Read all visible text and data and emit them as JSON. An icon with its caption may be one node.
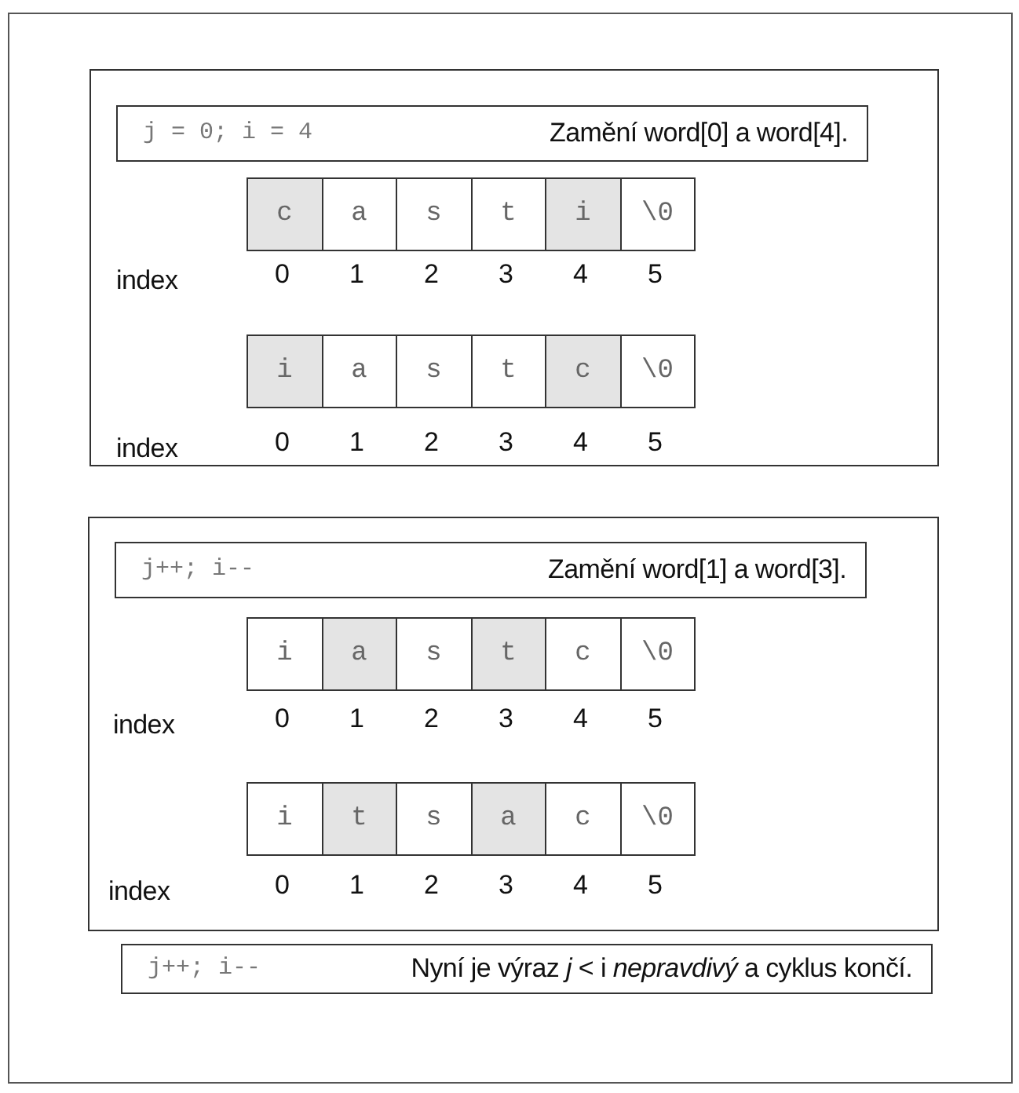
{
  "diagram": {
    "nodes": [
      {
        "text": [],
        "shape": "box"
      },
      {
        "text": [
          "j = 0; i = 4",
          "Zamění word[0] a word[4]."
        ],
        "in": 0
      },
      {
        "text": [
          "c"
        ],
        "in": 0
      },
      {
        "text": [
          "a"
        ],
        "in": 0
      },
      {
        "text": [
          "s"
        ],
        "in": 0
      },
      {
        "text": [
          "t"
        ],
        "in": 0
      },
      {
        "text": [
          "i"
        ],
        "in": 0
      },
      {
        "text": [
          "\\0"
        ],
        "in": 0
      },
      {
        "text": [
          "i"
        ],
        "in": 0
      },
      {
        "text": [
          "a"
        ],
        "in": 0
      },
      {
        "text": [
          "s"
        ],
        "in": 0
      },
      {
        "text": [
          "t"
        ],
        "in": 0
      },
      {
        "text": [
          "c"
        ],
        "in": 0
      },
      {
        "text": [
          "\\0"
        ],
        "in": 0
      },
      {
        "text": [],
        "shape": "box"
      },
      {
        "text": [
          "j++; i--",
          "Zamění word[1] a word[3]."
        ],
        "in": 14
      },
      {
        "text": [
          "i"
        ],
        "in": 14
      },
      {
        "text": [
          "a"
        ],
        "in": 14
      },
      {
        "text": [
          "s"
        ],
        "in": 14
      },
      {
        "text": [
          "t"
        ],
        "in": 14
      },
      {
        "text": [
          "c"
        ],
        "in": 14
      },
      {
        "text": [
          "\\0"
        ],
        "in": 14
      },
      {
        "text": [
          "i"
        ],
        "in": 14
      },
      {
        "text": [
          "t"
        ],
        "in": 14
      },
      {
        "text": [
          "s"
        ],
        "in": 14
      },
      {
        "text": [
          "a"
        ],
        "in": 14
      },
      {
        "text": [
          "c"
        ],
        "in": 14
      },
      {
        "text": [
          "\\0"
        ],
        "in": 14
      },
      {
        "text": [
          "j++; i--",
          "Nyní je výraz *j* < i *nepravdivý* a cyklus končí."
        ]
      }
    ],
    "labels": [
      "index",
      "0",
      "1",
      "2",
      "3",
      "4",
      "5",
      "index",
      "0",
      "1",
      "2",
      "3",
      "4",
      "5",
      "index",
      "0",
      "1",
      "2",
      "3",
      "4",
      "5",
      "index",
      "0",
      "1",
      "2",
      "3",
      "4",
      "5"
    ]
  }
}
